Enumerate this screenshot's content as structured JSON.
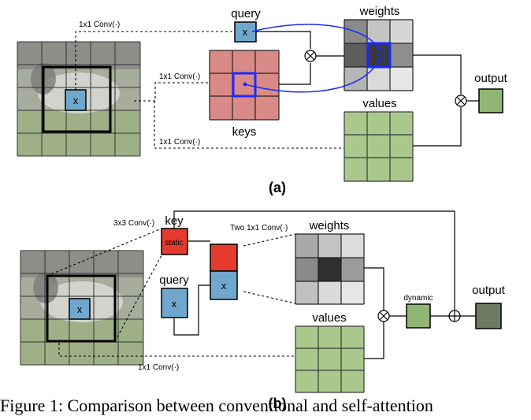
{
  "panel_a": {
    "conv_query": "1x1 Conv(·)",
    "conv_key": "1x1 Conv(·)",
    "conv_value": "1x1 Conv(·)",
    "query_label": "query",
    "keys_label": "keys",
    "weights_label": "weights",
    "values_label": "values",
    "output_label": "output",
    "x_symbol": "x",
    "panel_label": "(a)"
  },
  "panel_b": {
    "conv_key": "3x3 Conv(·)",
    "conv_two": "Two 1x1 Conv(·)",
    "conv_value": "1x1 Conv(·)",
    "key_label": "key",
    "static_label": "static",
    "query_label": "query",
    "weights_label": "weights",
    "values_label": "values",
    "dynamic_label": "dynamic",
    "output_label": "output",
    "x_symbol": "x",
    "panel_label": "(b)"
  },
  "caption": "Figure 1: Comparison between conventional and self-attention",
  "colors": {
    "query_blue": "#6fa8cc",
    "key_red": "#e53a2e",
    "keys_pink": "#d98a86",
    "values_green": "#a9c98c",
    "output_green": "#8fb672",
    "highlight_blue": "#1a2bff"
  }
}
